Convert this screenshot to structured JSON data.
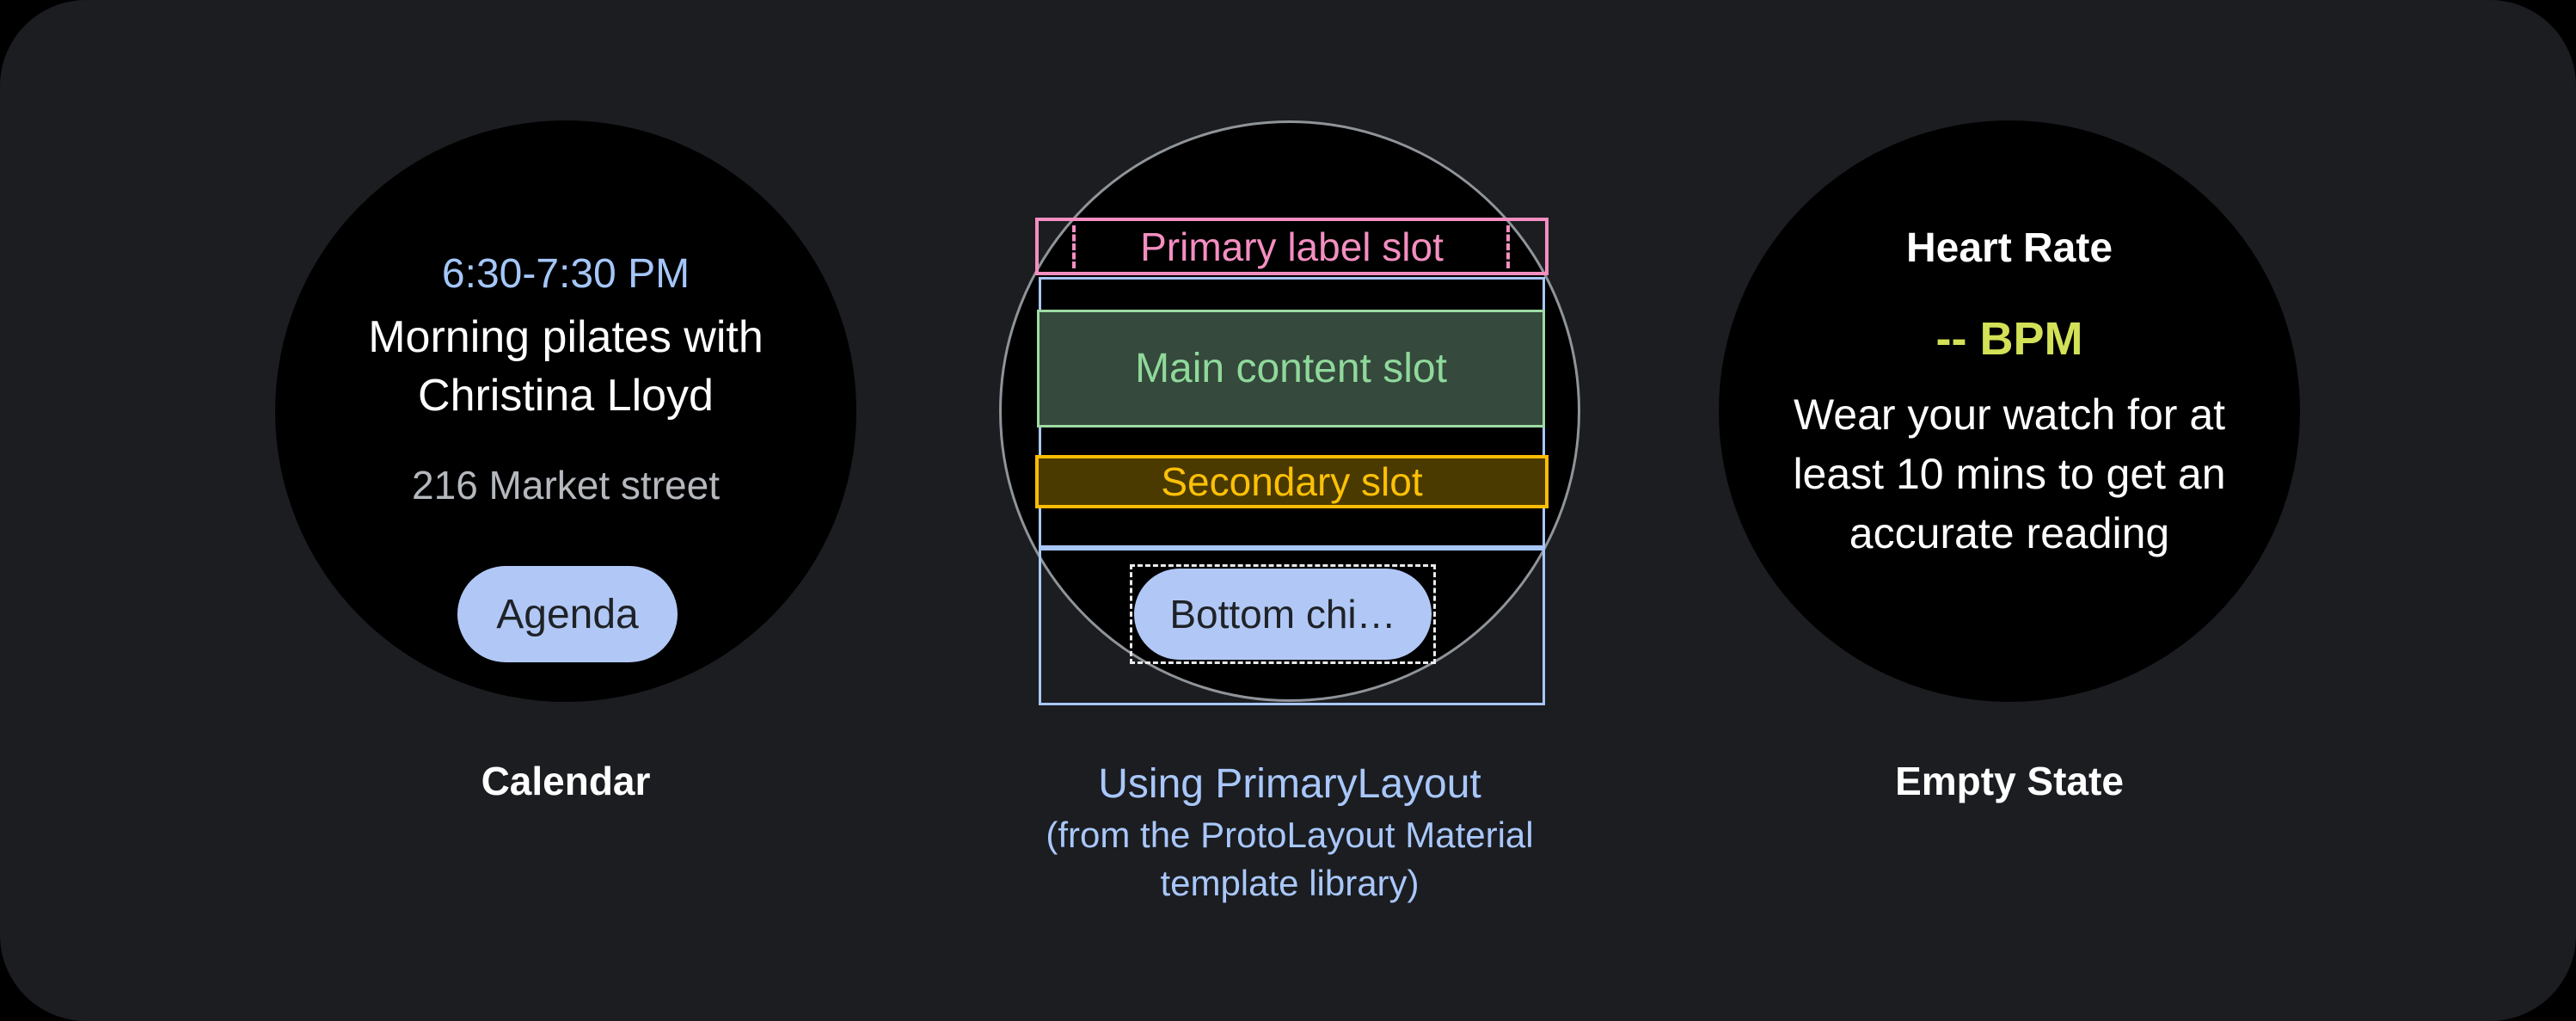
{
  "colors": {
    "panel_bg": "#1B1D21",
    "watch_face_bg": "#000000",
    "accent_blue": "#A8C7FA",
    "chip_bg": "#B1C8F6",
    "chip_text": "#1F2227",
    "pink": "#F48EC0",
    "green_text": "#8FD99B",
    "green_fill": "#35493C",
    "gold": "#FBBC04",
    "gold_fill": "#4A3A00",
    "lime": "#D2E156",
    "muted_gray": "#B5B9BE",
    "bezel_stroke": "#8F9499",
    "dashed_outline": "#E8EAED"
  },
  "calendar": {
    "time": "6:30-7:30 PM",
    "title": "Morning pilates with\nChristina Lloyd",
    "address": "216 Market street",
    "chip_label": "Agenda",
    "caption": "Calendar"
  },
  "primary_layout": {
    "primary_label_slot": "Primary label slot",
    "main_content_slot": "Main content slot",
    "secondary_slot": "Secondary slot",
    "bottom_chip_label": "Bottom chi…",
    "caption_title": "Using PrimaryLayout",
    "caption_sub1": "(from the ProtoLayout Material",
    "caption_sub2": "template library)"
  },
  "heart_rate": {
    "title": "Heart Rate",
    "value": "-- BPM",
    "body": "Wear your watch for at\nleast 10 mins to get an\naccurate reading",
    "caption": "Empty State"
  }
}
